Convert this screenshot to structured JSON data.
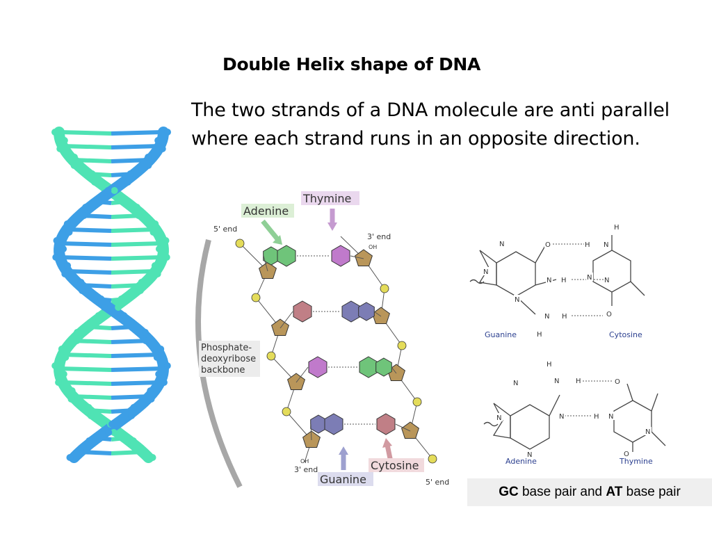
{
  "slide": {
    "title": "Double Helix shape of DNA",
    "description": "The two strands of a DNA molecule are anti parallel where each strand runs in an opposite direction."
  },
  "strand_diagram": {
    "end_5_top": "5' end",
    "end_3_top": "3' end",
    "end_3_bottom": "3' end",
    "end_5_bottom": "5' end",
    "oh": "OH",
    "labels": {
      "adenine": "Adenine",
      "thymine": "Thymine",
      "guanine": "Guanine",
      "cytosine": "Cytosine",
      "backbone_line1": "Phosphate-",
      "backbone_line2": "deoxyribose",
      "backbone_line3": "backbone"
    },
    "base_colors": {
      "adenine": "#6fc47a",
      "thymine": "#c07acb",
      "guanine": "#7c7db5",
      "cytosine": "#c07f86",
      "sugar": "#b9965a",
      "phosphate": "#e4dc5a"
    }
  },
  "base_pairs": {
    "gc": {
      "left": "Guanine",
      "right": "Cytosine"
    },
    "at": {
      "left": "Adenine",
      "right": "Thymine"
    },
    "atoms": {
      "n": "N",
      "o": "O",
      "h": "H"
    },
    "label_color": "#2b3f8f"
  },
  "caption": {
    "gc": "GC",
    "mid": "base pair and",
    "at": "AT",
    "end": "base pair"
  },
  "helix_colors": {
    "strand_a": "#4fe3b4",
    "strand_b": "#3d9fe6"
  }
}
